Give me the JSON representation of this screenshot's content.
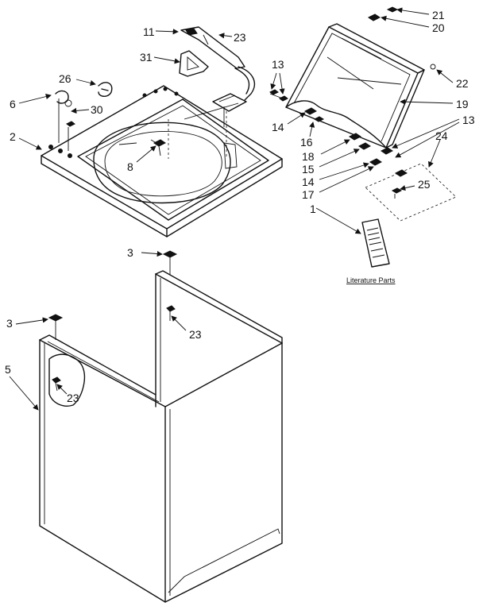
{
  "labels": {
    "l11": "11",
    "l23a": "23",
    "l31": "31",
    "l26": "26",
    "l6": "6",
    "l30": "30",
    "l2": "2",
    "l8": "8",
    "l13a": "13",
    "l14a": "14",
    "l16": "16",
    "l18": "18",
    "l15": "15",
    "l14b": "14",
    "l17": "17",
    "l21": "21",
    "l20": "20",
    "l22": "22",
    "l19": "19",
    "l13b": "13",
    "l24": "24",
    "l25": "25",
    "l1": "1",
    "l3a": "3",
    "l23b": "23",
    "l3b": "3",
    "l5": "5",
    "l23c": "23"
  },
  "literature_caption": "Literature Parts"
}
